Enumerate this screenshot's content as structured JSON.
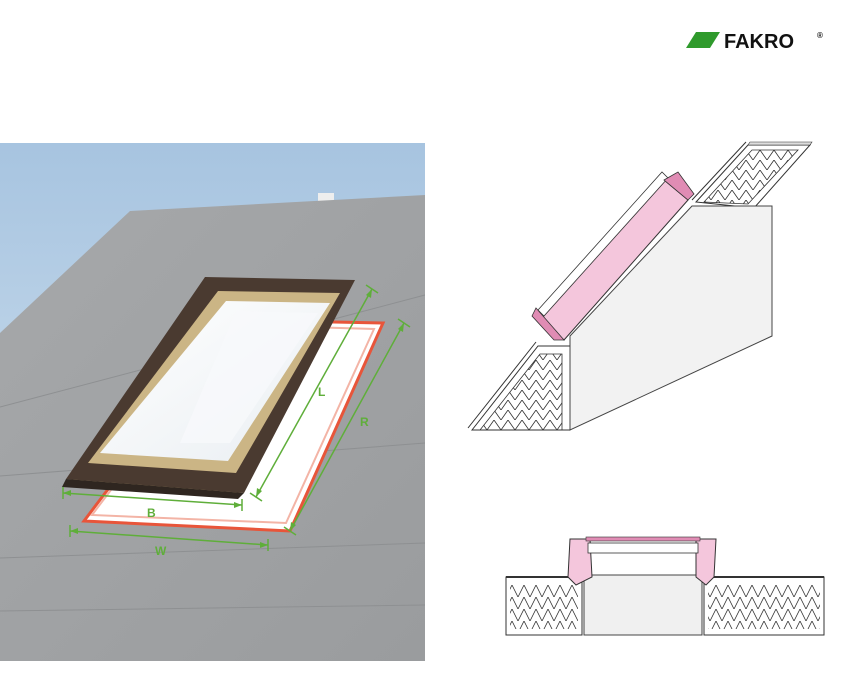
{
  "brand": {
    "name": "FAKRO",
    "registered_mark": "®",
    "color": "#2f9a2c"
  },
  "figure": {
    "dimension_labels": {
      "b": "B",
      "w": "W",
      "l": "L",
      "r": "R"
    },
    "dimension_color": "#5fae3a",
    "flashing_outline_color": "#e8553a",
    "window_frame_color": "#4a3a30"
  },
  "sections": {
    "pink_color": "#f4c6dc",
    "insulation_hatch": "zigzag"
  }
}
